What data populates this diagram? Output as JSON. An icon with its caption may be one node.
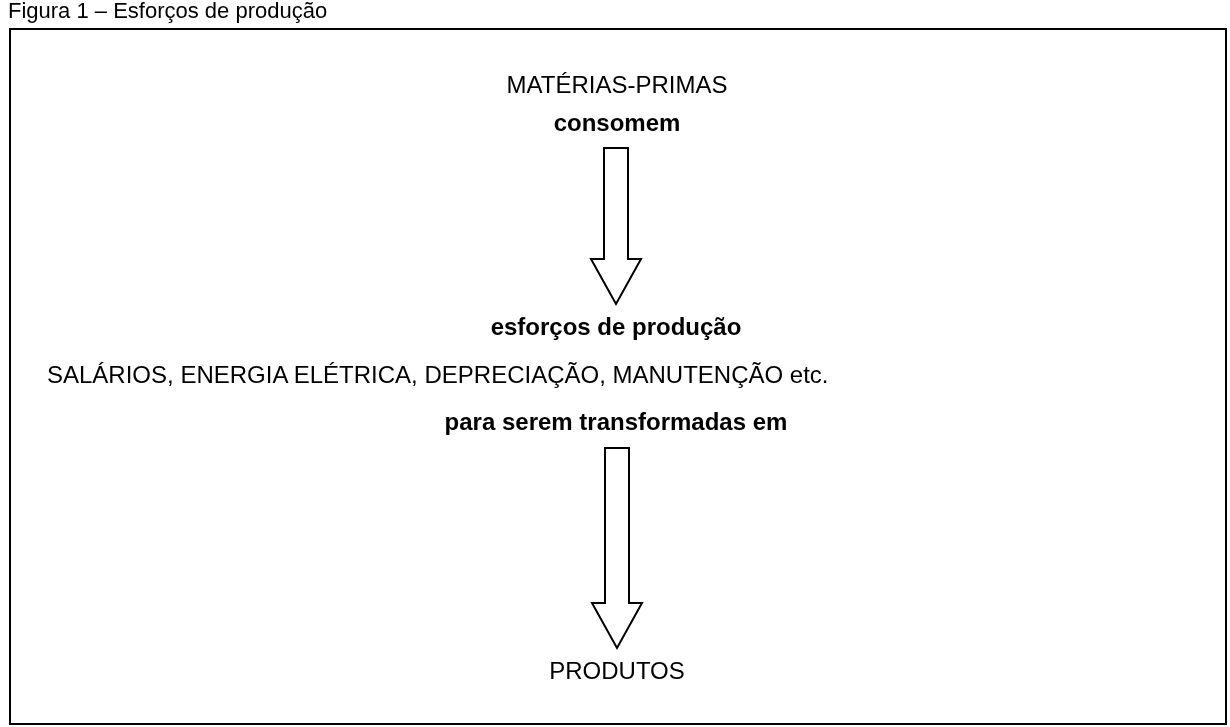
{
  "diagram": {
    "title": "Figura 1 – Esforços de produção",
    "nodes": [
      {
        "text": [],
        "shape": "box"
      },
      {
        "text": [
          "MATÉRIAS-PRIMAS",
          "consomem"
        ],
        "in": 0
      },
      {
        "text": [
          "esforços de produção",
          "SALÁRIOS, ENERGIA ELÉTRICA, DEPRECIAÇÃO, MANUTENÇÃO etc.",
          "para serem transformadas em"
        ],
        "in": 0
      },
      {
        "text": [
          "PRODUTOS"
        ],
        "in": 0
      }
    ],
    "edges": [
      {
        "from": 1,
        "to": 2,
        "arrow": "to"
      },
      {
        "from": 2,
        "to": 3,
        "arrow": "to"
      }
    ]
  }
}
